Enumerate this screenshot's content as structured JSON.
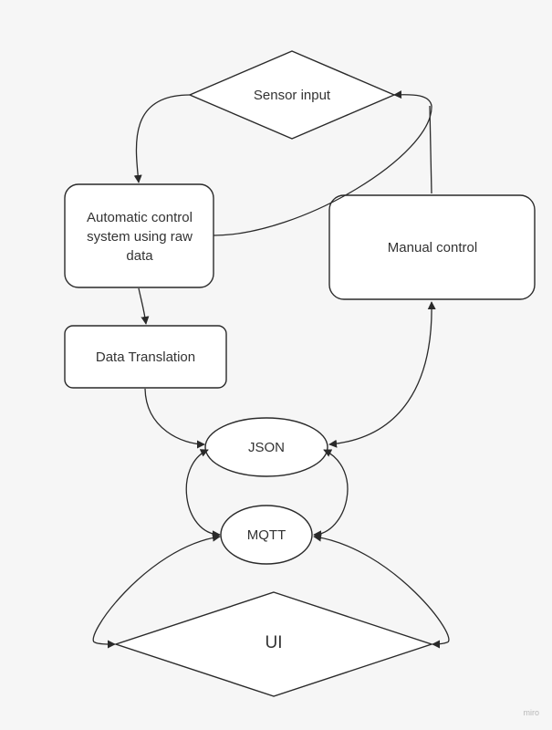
{
  "nodes": {
    "sensor_input": "Sensor input",
    "automatic_control": "Automatic control system using raw data",
    "manual_control": "Manual control",
    "data_translation": "Data Translation",
    "json": "JSON",
    "mqtt": "MQTT",
    "ui": "UI"
  },
  "watermark": "miro",
  "colors": {
    "stroke": "#2a2a2a",
    "fill": "#ffffff",
    "background": "#f6f6f6",
    "text": "#333333"
  }
}
